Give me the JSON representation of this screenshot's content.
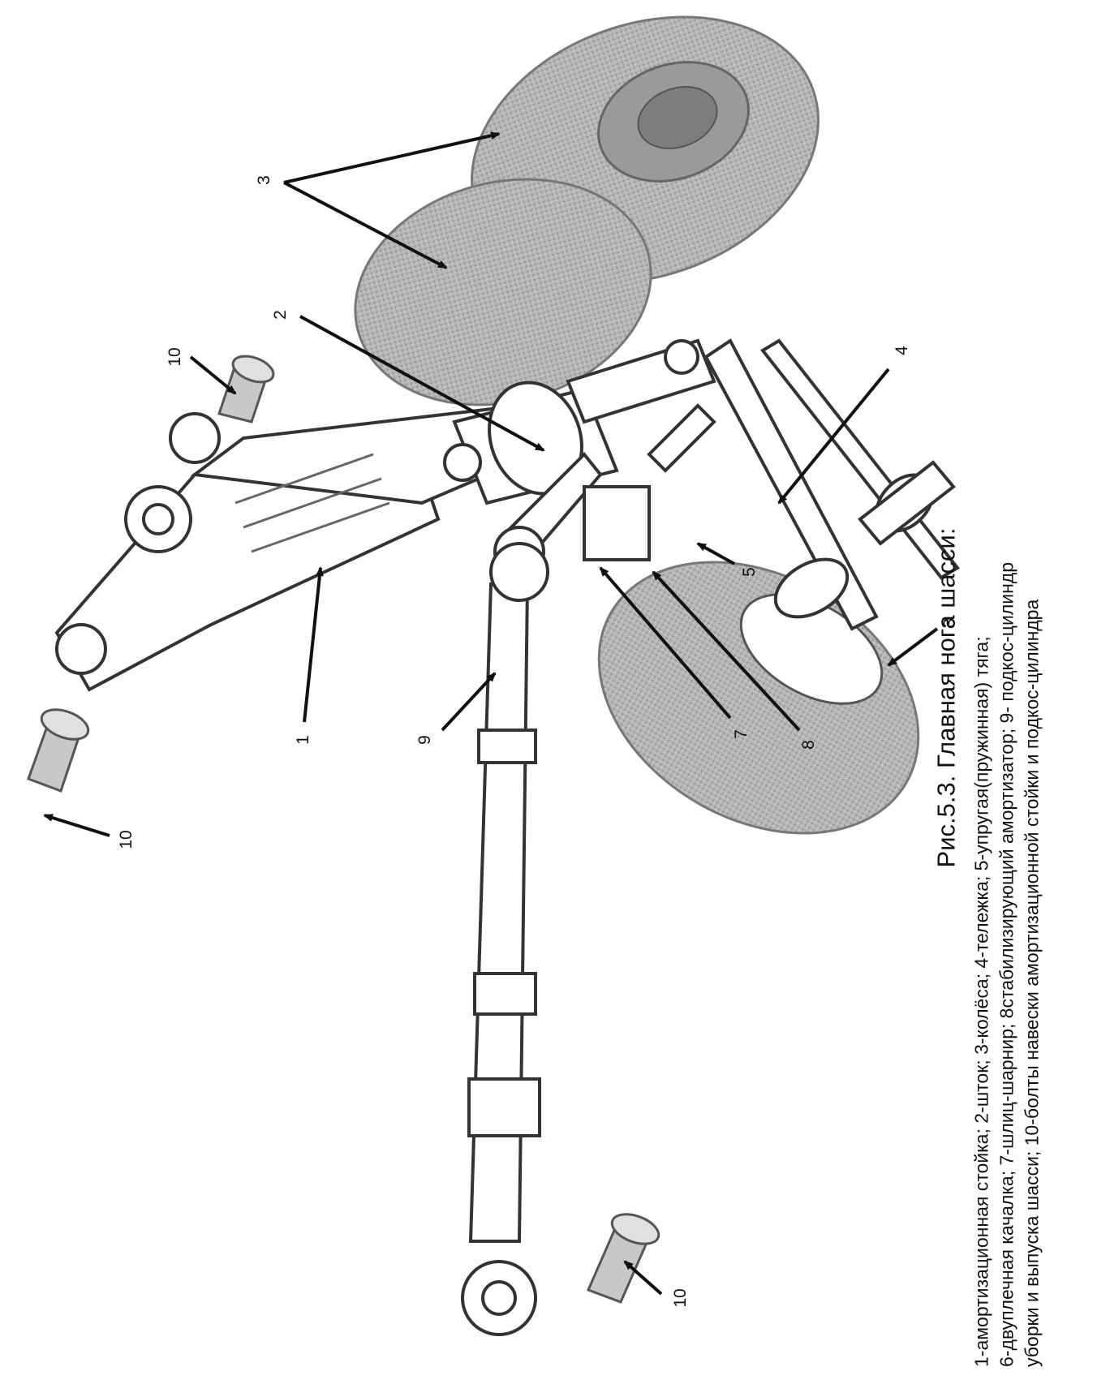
{
  "figure": {
    "callouts": [
      {
        "id": "c1",
        "text": "1"
      },
      {
        "id": "c2",
        "text": "2"
      },
      {
        "id": "c3a",
        "text": "3"
      },
      {
        "id": "c3b",
        "text": "3"
      },
      {
        "id": "c4",
        "text": "4"
      },
      {
        "id": "c5",
        "text": "5"
      },
      {
        "id": "c7",
        "text": "7"
      },
      {
        "id": "c8",
        "text": "8"
      },
      {
        "id": "c9",
        "text": "9"
      },
      {
        "id": "c10a",
        "text": "10"
      },
      {
        "id": "c10b",
        "text": "10"
      },
      {
        "id": "c10c",
        "text": "10"
      }
    ]
  },
  "caption": {
    "title": "Рис.5.3. Главная нога шасси:",
    "lines": [
      "1-амортизационная стойка; 2-шток; 3-колёса; 4-тележка; 5-упругая(пружинная) тяга;",
      "6-двуплечная качалка; 7-шлиц-шарнир; 8стабилизирующий амортизатор; 9- подкос-цилиндр",
      "уборки и выпуска шасси; 10-болты навески амортизационной стойки и подкос-цилиндра"
    ]
  }
}
